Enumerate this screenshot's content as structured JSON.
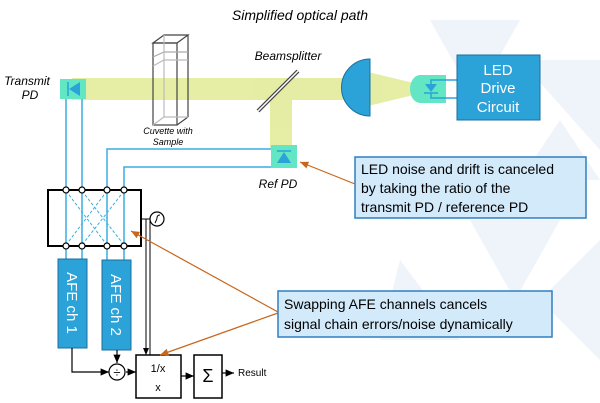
{
  "title": "Simplified optical path",
  "labels": {
    "transmit_pd": [
      "Transmit",
      "PD"
    ],
    "cuvette": [
      "Cuvette with",
      "Sample"
    ],
    "beamsplitter": "Beamsplitter",
    "ref_pd": "Ref PD",
    "led_drive": [
      "LED",
      "Drive",
      "Circuit"
    ],
    "afe1": "AFE ch 1",
    "afe2": "AFE ch 2",
    "divide": "÷",
    "recip_top": "1/x",
    "recip_bottom": "x",
    "sum": "Σ",
    "result": "Result"
  },
  "callouts": {
    "led_noise": [
      "LED noise and drift is canceled",
      "by taking the ratio of the",
      "transmit PD / reference PD"
    ],
    "swapping": [
      "Swapping AFE channels cancels",
      "signal chain errors/noise dynamically"
    ]
  },
  "colors": {
    "beam": "#e3ec9c",
    "pd": "#62e6c4",
    "block": "#2ba3d8",
    "wire": "#3aaee0",
    "callout_fill": "#d3eafb",
    "callout_border": "#2f7fc1",
    "arrow": "#c8661c"
  }
}
